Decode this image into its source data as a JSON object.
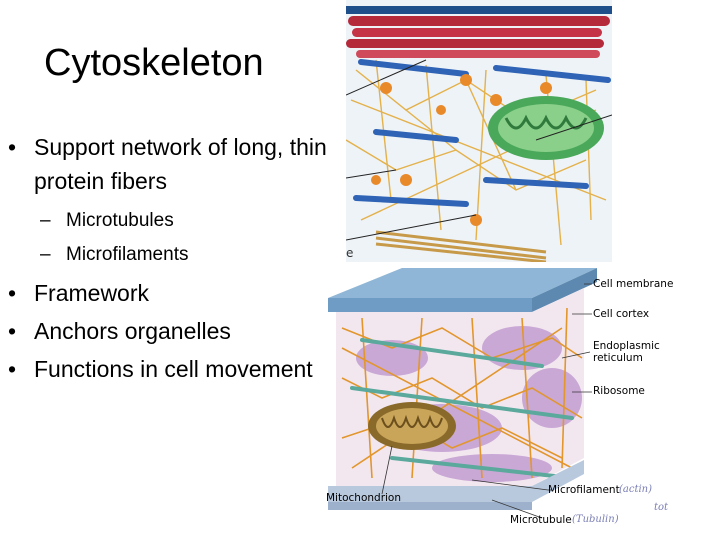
{
  "slide": {
    "title": "Cytoskeleton",
    "bullets": [
      {
        "text": "Support network of long, thin protein fibers",
        "sub": [
          "Microtubules",
          "Microfilaments"
        ]
      },
      {
        "text": "Framework"
      },
      {
        "text": "Anchors organelles"
      },
      {
        "text": "Functions in cell movement"
      }
    ],
    "bullet_glyph": "•",
    "dash_glyph": "–"
  },
  "figure_top": {
    "edge_letter": "e"
  },
  "figure_bottom": {
    "labels": {
      "cell_membrane": "Cell membrane",
      "cell_cortex": "Cell cortex",
      "er_line1": "Endoplasmic",
      "er_line2": "reticulum",
      "ribosome": "Ribosome",
      "mitochondrion": "Mitochondrion",
      "microfilament": "Microfilament",
      "microtubule": "Microtubule"
    },
    "handwritten": {
      "actin": "(actin)",
      "tubulin": "(Tubulin)",
      "stray": "tot"
    }
  }
}
